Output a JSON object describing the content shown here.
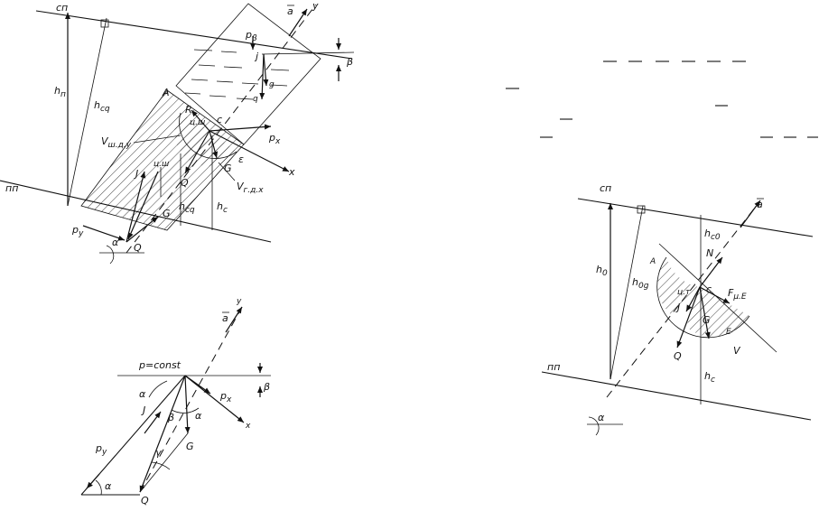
{
  "figure_top_left": {
    "labels": {
      "sp": "сп",
      "pp": "пп",
      "a_bar": "a",
      "y": "y",
      "h_p": "h",
      "h_p_sub": "п",
      "h_cg": "h",
      "h_cg_sub": "cq",
      "p_beta": "p",
      "p_beta_sub": "β",
      "beta": "β",
      "point_j": "j",
      "g_small": "g",
      "q_small": "q",
      "A": "A",
      "R": "R",
      "c": "c",
      "p_x": "p",
      "p_x_sub": "x",
      "V_sh": "V",
      "V_sh_sub": "ш.д.у",
      "epsilon": "ε",
      "G_bar_right": "G",
      "x": "x",
      "Q_bar_center": "Q",
      "V_gx": "V",
      "V_gx_sub": "г.д.х",
      "J_bar": "J",
      "G_bar_left": "G",
      "h_cd": "h",
      "h_cd_sub": "cq",
      "h_c": "h",
      "h_c_sub": "c",
      "p_y": "p",
      "p_y_sub": "y",
      "alpha": "α",
      "Q_bar_bottom": "Q",
      "ush": "ц.ш"
    }
  },
  "figure_bottom_left": {
    "labels": {
      "y": "y",
      "a_bar": "a",
      "p_const": "p=const",
      "beta_top": "β",
      "alpha_left": "α",
      "J_bar": "J",
      "beta_mid": "β",
      "alpha_mid": "α",
      "p_x": "p",
      "p_x_sub": "x",
      "x": "x",
      "G_bar": "G",
      "p_y": "p",
      "p_y_sub": "y",
      "gamma": "γ",
      "alpha_bottom": "α",
      "Q_bar": "Q"
    }
  },
  "figure_right": {
    "labels": {
      "sp": "сп",
      "pp": "пп",
      "a_bar": "a",
      "h_c0": "h",
      "h_c0_sub": "c0",
      "N": "N",
      "h_0": "h",
      "h_0_sub": "0",
      "h_0g": "h",
      "h_0g_sub": "0g",
      "A": "A",
      "ush": "ц.т",
      "c": "c",
      "F_ue": "F",
      "F_ue_sub": "μ.E",
      "J_bar": "J",
      "G_bar": "G",
      "E": "E",
      "Q_bar": "Q",
      "V": "V",
      "h_c": "h",
      "h_c_sub": "c",
      "alpha": "α"
    }
  }
}
